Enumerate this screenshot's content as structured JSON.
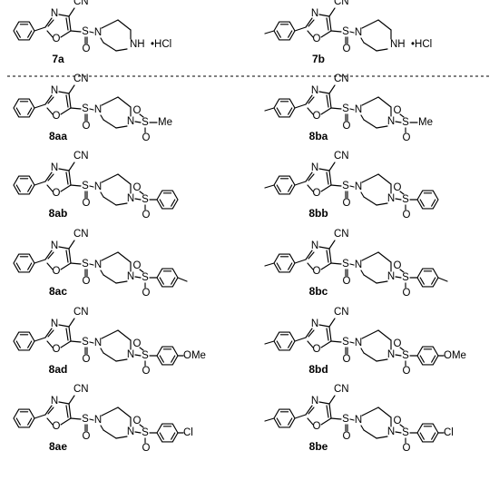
{
  "figure": {
    "top_row": [
      {
        "label": "7a",
        "aryl": "phenyl",
        "tail": "NH •HCl"
      },
      {
        "label": "7b",
        "aryl": "p-tolyl",
        "tail": "NH •HCl"
      }
    ],
    "grid_rows": [
      {
        "terminal": "SO2Me",
        "left": "8aa",
        "right": "8ba"
      },
      {
        "terminal": "SO2Ph",
        "left": "8ab",
        "right": "8bb"
      },
      {
        "terminal": "SO2-p-tolyl",
        "left": "8ac",
        "right": "8bc"
      },
      {
        "terminal": "SO2-p-anisyl",
        "left": "8ad",
        "right": "8bd"
      },
      {
        "terminal": "SO2-p-chlorophenyl",
        "left": "8ae",
        "right": "8be"
      }
    ],
    "atoms": {
      "cn": "CN",
      "n": "N",
      "o": "O",
      "s": "S",
      "nh": "NH",
      "hcl": "•HCl",
      "me": "Me",
      "ome": "OMe",
      "cl": "Cl"
    }
  }
}
